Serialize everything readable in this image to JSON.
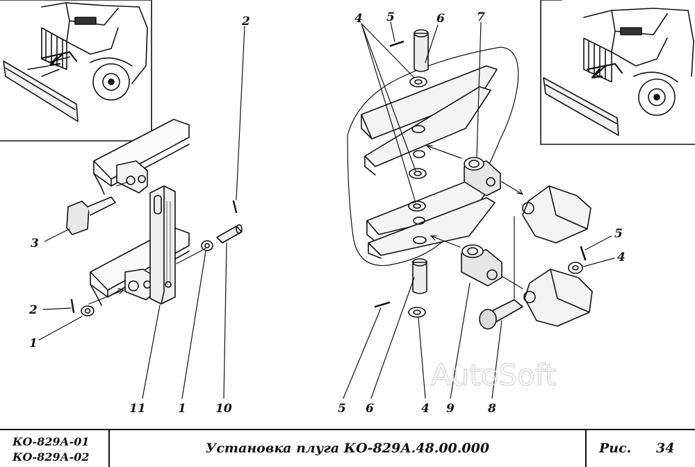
{
  "callouts": {
    "left": [
      "2",
      "3",
      "2",
      "1",
      "11",
      "1",
      "10"
    ],
    "right_top": [
      "4",
      "5",
      "6",
      "7"
    ],
    "right_side": [
      "5",
      "4"
    ],
    "right_bottom": [
      "5",
      "6",
      "4",
      "9",
      "8"
    ]
  },
  "watermark": "AutoSoft",
  "title_block": {
    "models": [
      "КО-829А-01",
      "КО-829А-02"
    ],
    "title": "Установка плуга КО-829А.48.00.000",
    "fig_label": "Рис.",
    "fig_number": "34"
  },
  "icons": [
    "truck-with-plow-illustration",
    "plow-mount-exploded-view"
  ]
}
